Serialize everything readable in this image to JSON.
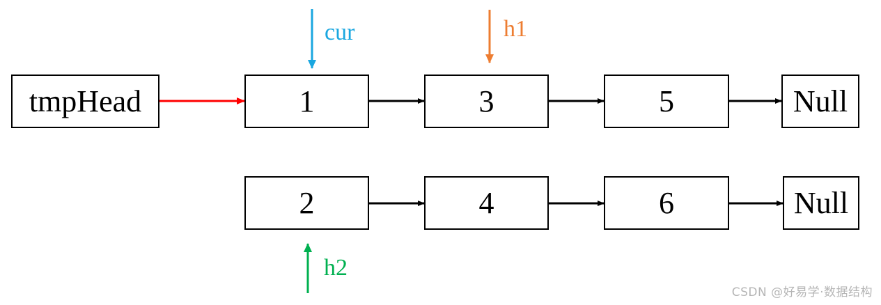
{
  "colors": {
    "cur": "#1aa7e0",
    "h1": "#ed7d31",
    "h2": "#00b050",
    "head_link": "#ff0000",
    "link": "#000000"
  },
  "list1": {
    "head": "tmpHead",
    "nodes": [
      "1",
      "3",
      "5",
      "Null"
    ]
  },
  "list2": {
    "nodes": [
      "2",
      "4",
      "6",
      "Null"
    ]
  },
  "pointers": {
    "cur": "cur",
    "h1": "h1",
    "h2": "h2"
  },
  "watermark": "CSDN @好易学·数据结构"
}
